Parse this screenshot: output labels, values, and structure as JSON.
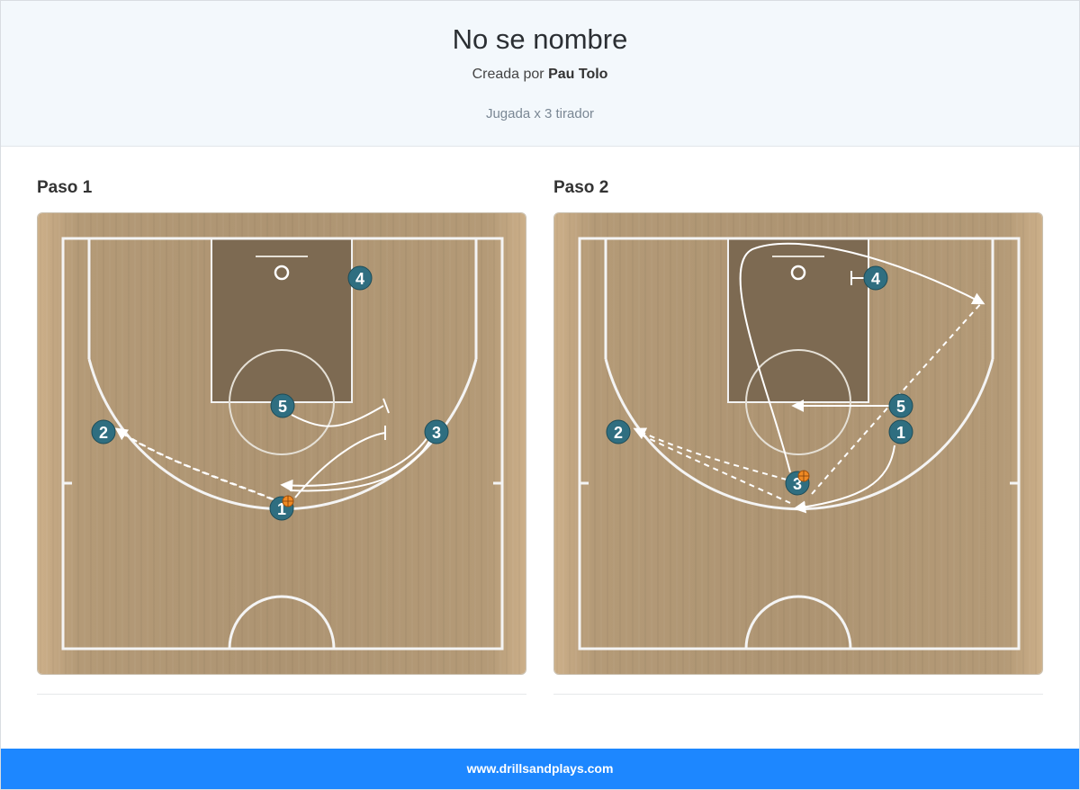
{
  "header": {
    "title": "No se nombre",
    "created_by_prefix": "Creada por",
    "author": "Pau Tolo",
    "subtitle": "Jugada x 3 tirador"
  },
  "steps": [
    {
      "label": "Paso 1",
      "players": [
        {
          "number": "1",
          "has_ball": true
        },
        {
          "number": "2",
          "has_ball": false
        },
        {
          "number": "3",
          "has_ball": false
        },
        {
          "number": "4",
          "has_ball": false
        },
        {
          "number": "5",
          "has_ball": false
        }
      ]
    },
    {
      "label": "Paso 2",
      "players": [
        {
          "number": "1",
          "has_ball": false
        },
        {
          "number": "2",
          "has_ball": false
        },
        {
          "number": "3",
          "has_ball": true
        },
        {
          "number": "4",
          "has_ball": false
        },
        {
          "number": "5",
          "has_ball": false
        }
      ]
    }
  ],
  "colors": {
    "player_fill": "#2f6e80",
    "court_wood": "#b79b76",
    "paint": "#7d6a52",
    "footer": "#1d87ff"
  },
  "footer": {
    "site": "www.drillsandplays.com"
  }
}
